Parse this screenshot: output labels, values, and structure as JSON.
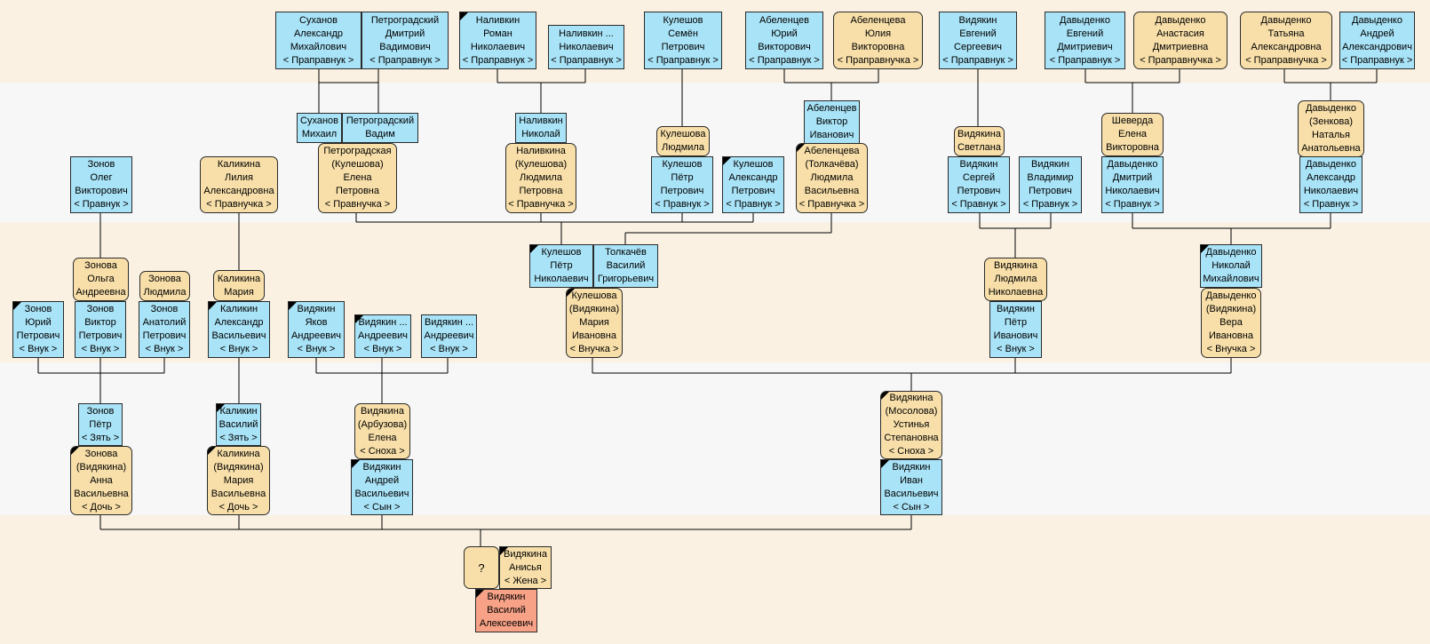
{
  "colors": {
    "male": "#a9e3f7",
    "female": "#f8dfa9",
    "self": "#f7a286",
    "band_a": "#faf1e2",
    "band_b": "#f7f7f7",
    "line": "#000000"
  },
  "nodes": {
    "n1": {
      "lines": [
        "Суханов",
        "Александр",
        "Михайлович",
        "< Праправнук >"
      ]
    },
    "n2": {
      "lines": [
        "Петроградский",
        "Дмитрий",
        "Вадимович",
        "< Праправнук >"
      ]
    },
    "n3": {
      "lines": [
        "Наливкин",
        "Роман",
        "Николаевич",
        "< Праправнук >"
      ]
    },
    "n4": {
      "lines": [
        "Наливкин ...",
        "Николаевич",
        "< Праправнук >"
      ]
    },
    "n5": {
      "lines": [
        "Кулешов",
        "Семён",
        "Петрович",
        "< Праправнук >"
      ]
    },
    "n6": {
      "lines": [
        "Абеленцев",
        "Юрий",
        "Викторович",
        "< Праправнук >"
      ]
    },
    "n7": {
      "lines": [
        "Абеленцева",
        "Юлия",
        "Викторовна",
        "< Праправнучка >"
      ]
    },
    "n8": {
      "lines": [
        "Видякин",
        "Евгений",
        "Сергеевич",
        "< Праправнук >"
      ]
    },
    "n9": {
      "lines": [
        "Давыденко",
        "Евгений",
        "Дмитриевич",
        "< Праправнук >"
      ]
    },
    "n10": {
      "lines": [
        "Давыденко",
        "Анастасия",
        "Дмитриевна",
        "< Праправнучка >"
      ]
    },
    "n11": {
      "lines": [
        "Давыденко",
        "Татьяна",
        "Александровна",
        "< Праправнучка >"
      ]
    },
    "n12": {
      "lines": [
        "Давыденко",
        "Андрей",
        "Александрович",
        "< Праправнук >"
      ]
    },
    "s1": {
      "lines": [
        "Суханов",
        "Михаил"
      ]
    },
    "s2": {
      "lines": [
        "Петроградский",
        "Вадим"
      ]
    },
    "s3": {
      "lines": [
        "Наливкин",
        "Николай"
      ]
    },
    "s4": {
      "lines": [
        "Кулешова",
        "Людмила"
      ]
    },
    "s5": {
      "lines": [
        "Абеленцев",
        "Виктор",
        "Иванович"
      ]
    },
    "s6": {
      "lines": [
        "Видякина",
        "Светлана"
      ]
    },
    "s7": {
      "lines": [
        "Шеверда",
        "Елена",
        "Викторовна"
      ]
    },
    "s8": {
      "lines": [
        "Давыденко",
        "(Зенкова)",
        "Наталья",
        "Анатольевна"
      ]
    },
    "g1": {
      "lines": [
        "Зонов",
        "Олег",
        "Викторович",
        "< Правнук >"
      ]
    },
    "g2": {
      "lines": [
        "Каликина",
        "Лилия",
        "Александровна",
        "< Правнучка >"
      ]
    },
    "g3": {
      "lines": [
        "Петроградская",
        "(Кулешова)",
        "Елена",
        "Петровна",
        "< Правнучка >"
      ]
    },
    "g4": {
      "lines": [
        "Наливкина",
        "(Кулешова)",
        "Людмила",
        "Петровна",
        "< Правнучка >"
      ]
    },
    "g5": {
      "lines": [
        "Кулешов",
        "Пётр",
        "Петрович",
        "< Правнук >"
      ]
    },
    "g6": {
      "lines": [
        "Кулешов",
        "Александр",
        "Петрович",
        "< Правнук >"
      ]
    },
    "g7": {
      "lines": [
        "Абеленцева",
        "(Толкачёва)",
        "Людмила",
        "Васильевна",
        "< Правнучка >"
      ]
    },
    "g8": {
      "lines": [
        "Видякин",
        "Сергей",
        "Петрович",
        "< Правнук >"
      ]
    },
    "g9": {
      "lines": [
        "Видякин",
        "Владимир",
        "Петрович",
        "< Правнук >"
      ]
    },
    "g10": {
      "lines": [
        "Давыденко",
        "Дмитрий",
        "Николаевич",
        "< Правнук >"
      ]
    },
    "g11": {
      "lines": [
        "Давыденко",
        "Александр",
        "Николаевич",
        "< Правнук >"
      ]
    },
    "t1": {
      "lines": [
        "Зонова",
        "Ольга",
        "Андреевна"
      ]
    },
    "t2": {
      "lines": [
        "Зонова",
        "Людмила"
      ]
    },
    "t3": {
      "lines": [
        "Каликина",
        "Мария"
      ]
    },
    "t4": {
      "lines": [
        "Кулешов",
        "Пётр",
        "Николаевич"
      ]
    },
    "t5": {
      "lines": [
        "Толкачёв",
        "Василий",
        "Григорьевич"
      ]
    },
    "t6": {
      "lines": [
        "Видякина",
        "Людмила",
        "Николаевна"
      ]
    },
    "t7": {
      "lines": [
        "Давыденко",
        "Николай",
        "Михайлович"
      ]
    },
    "v1": {
      "lines": [
        "Зонов",
        "Юрий",
        "Петрович",
        "< Внук >"
      ]
    },
    "v2": {
      "lines": [
        "Зонов",
        "Виктор",
        "Петрович",
        "< Внук >"
      ]
    },
    "v3": {
      "lines": [
        "Зонов",
        "Анатолий",
        "Петрович",
        "< Внук >"
      ]
    },
    "v4": {
      "lines": [
        "Каликин",
        "Александр",
        "Васильевич",
        "< Внук >"
      ]
    },
    "v5": {
      "lines": [
        "Видякин",
        "Яков",
        "Андреевич",
        "< Внук >"
      ]
    },
    "v6": {
      "lines": [
        "Видякин ...",
        "Андреевич",
        "< Внук >"
      ]
    },
    "v7": {
      "lines": [
        "Видякин ...",
        "Андреевич",
        "< Внук >"
      ]
    },
    "v8": {
      "lines": [
        "Кулешова",
        "(Видякина)",
        "Мария",
        "Ивановна",
        "< Внучка >"
      ]
    },
    "v9": {
      "lines": [
        "Видякин",
        "Пётр",
        "Иванович",
        "< Внук >"
      ]
    },
    "v10": {
      "lines": [
        "Давыденко",
        "(Видякина)",
        "Вера",
        "Ивановна",
        "< Внучка >"
      ]
    },
    "c1": {
      "lines": [
        "Зонов",
        "Пётр",
        "< Зять >"
      ]
    },
    "c2": {
      "lines": [
        "Зонова",
        "(Видякина)",
        "Анна",
        "Васильевна",
        "< Дочь >"
      ]
    },
    "c3": {
      "lines": [
        "Каликин",
        "Василий",
        "< Зять >"
      ]
    },
    "c4": {
      "lines": [
        "Каликина",
        "(Видякина)",
        "Мария",
        "Васильевна",
        "< Дочь >"
      ]
    },
    "c5": {
      "lines": [
        "Видякина",
        "(Арбузова)",
        "Елена",
        "< Сноха >"
      ]
    },
    "c6": {
      "lines": [
        "Видякин",
        "Андрей",
        "Васильевич",
        "< Сын >"
      ]
    },
    "c7": {
      "lines": [
        "Видякина",
        "(Мосолова)",
        "Устинья",
        "Степановна",
        "< Сноха >"
      ]
    },
    "c8": {
      "lines": [
        "Видякин",
        "Иван",
        "Васильевич",
        "< Сын >"
      ]
    },
    "p1": {
      "lines": [
        "?"
      ]
    },
    "p2": {
      "lines": [
        "Видякина",
        "Анисья",
        "< Жена >"
      ]
    },
    "root": {
      "lines": [
        "Видякин",
        "Василий",
        "Алексеевич"
      ]
    }
  }
}
